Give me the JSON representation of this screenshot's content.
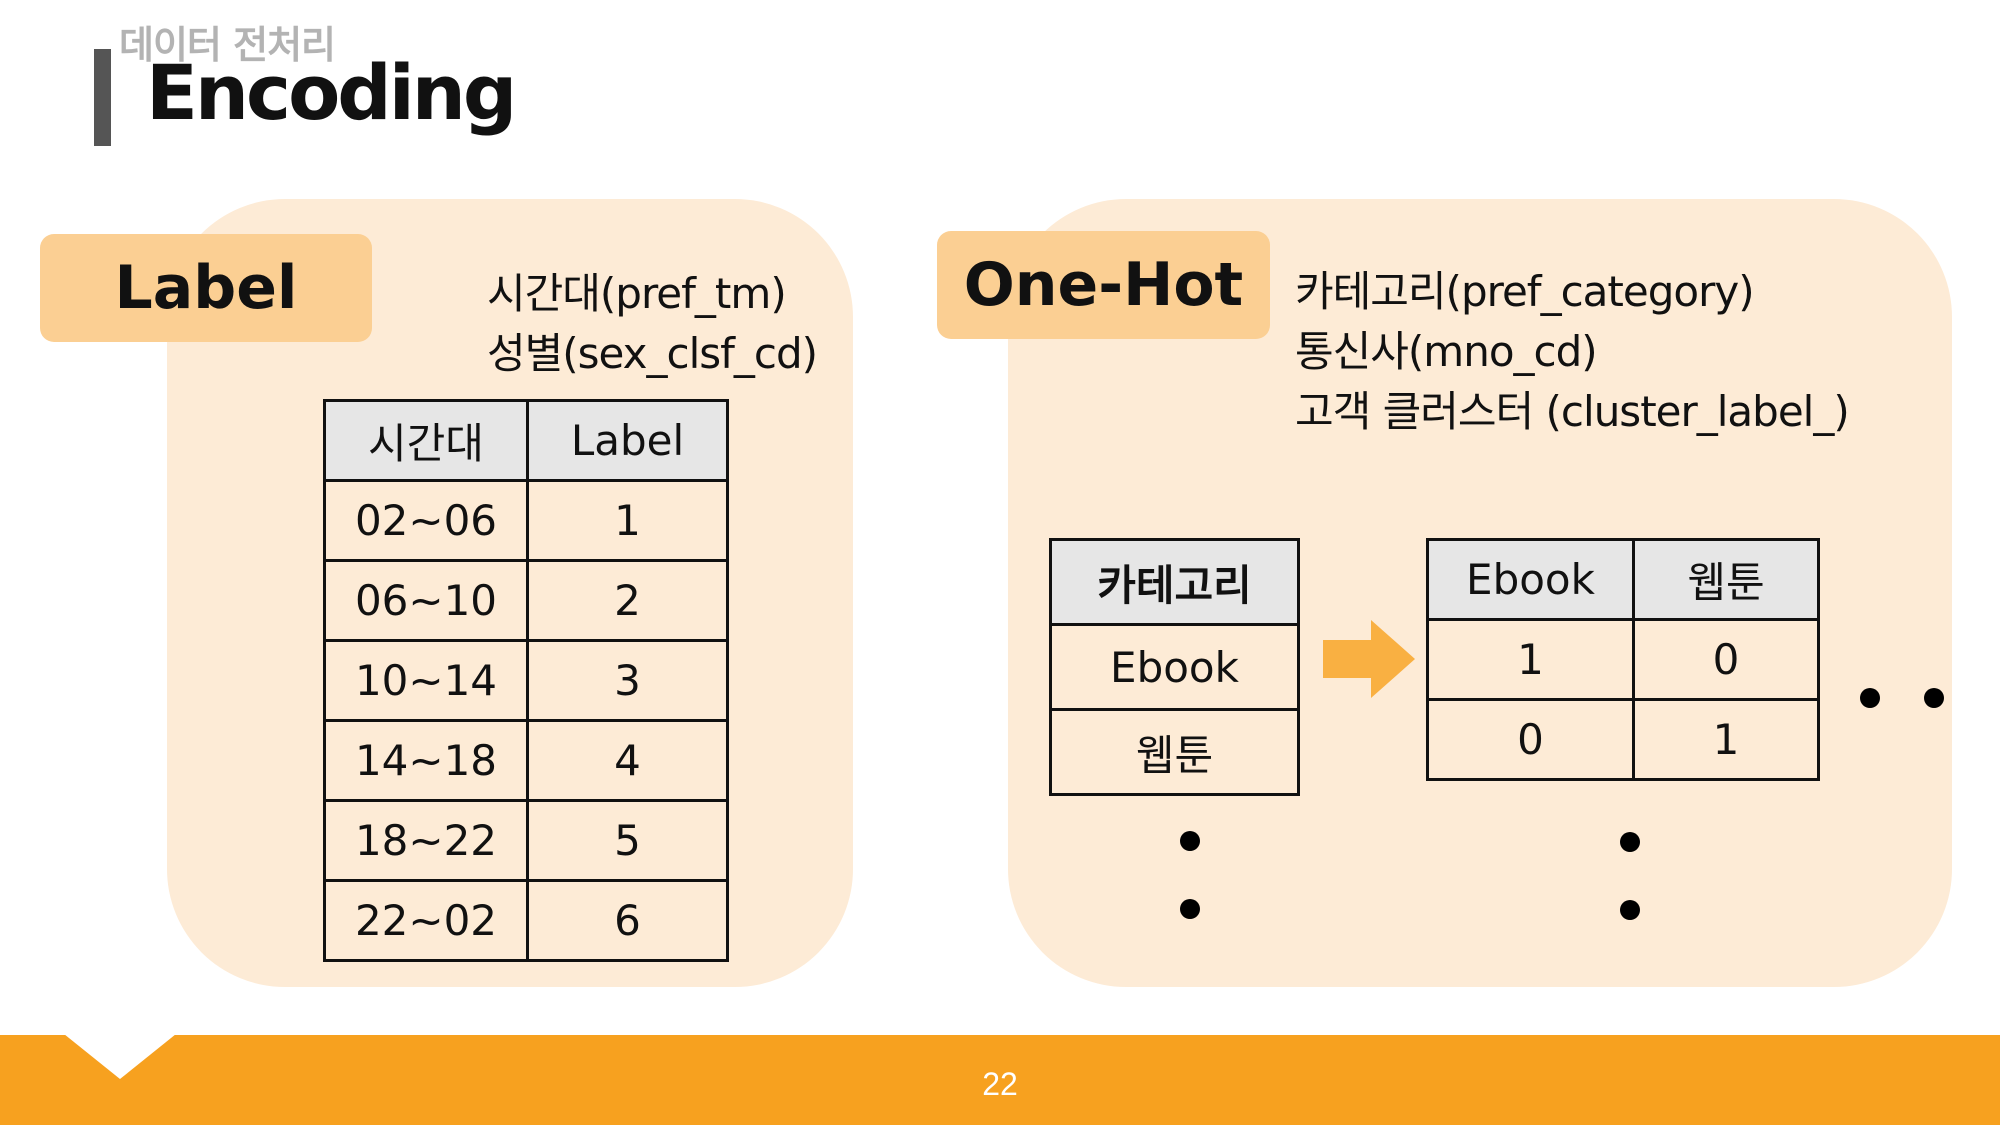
{
  "header": {
    "subtitle": "데이터 전처리",
    "title": "Encoding"
  },
  "label_section": {
    "tag": "Label",
    "columns": [
      "시간대(pref_tm)",
      "성별(sex_clsf_cd)"
    ],
    "table": {
      "headers": [
        "시간대",
        "Label"
      ],
      "rows": [
        [
          "02~06",
          "1"
        ],
        [
          "06~10",
          "2"
        ],
        [
          "10~14",
          "3"
        ],
        [
          "14~18",
          "4"
        ],
        [
          "18~22",
          "5"
        ],
        [
          "22~02",
          "6"
        ]
      ]
    }
  },
  "onehot_section": {
    "tag": "One-Hot",
    "columns": [
      "카테고리(pref_category)",
      "통신사(mno_cd)",
      "고객 클러스터 (cluster_label_)"
    ],
    "source_table": {
      "headers": [
        "카테고리"
      ],
      "rows": [
        [
          "Ebook"
        ],
        [
          "웹툰"
        ]
      ]
    },
    "result_table": {
      "headers": [
        "Ebook",
        "웹툰"
      ],
      "rows": [
        [
          "1",
          "0"
        ],
        [
          "0",
          "1"
        ]
      ]
    }
  },
  "footer": {
    "page_number": "22"
  },
  "colors": {
    "panel": "#fdebd6",
    "tag": "#fbcf93",
    "accent": "#f7a11f",
    "arrow": "#f9b042",
    "header_cell": "#e6e6e6",
    "title_bar": "#555555"
  }
}
